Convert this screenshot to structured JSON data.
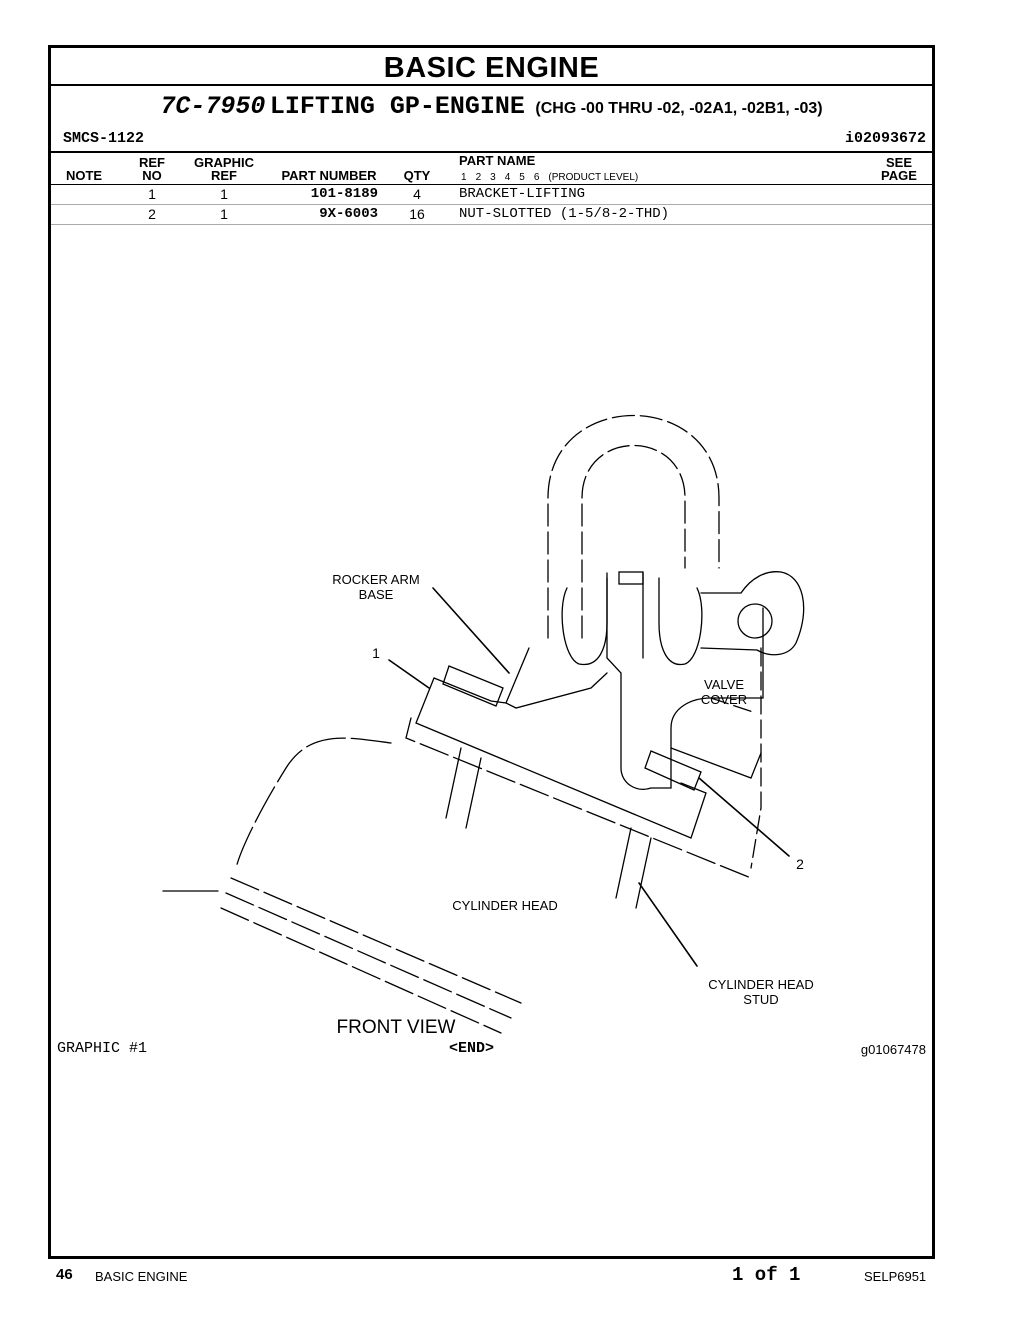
{
  "header": {
    "title": "BASIC ENGINE",
    "part_number": "7C-7950",
    "part_title": "LIFTING GP-ENGINE",
    "change_range": "(CHG -00 THRU -02, -02A1, -02B1, -03)",
    "smcs": "SMCS-1122",
    "info_id": "i02093672"
  },
  "columns": {
    "note": "NOTE",
    "ref_top": "REF",
    "ref_bottom": "NO",
    "graphic_top": "GRAPHIC",
    "graphic_bottom": "REF",
    "part_number": "PART NUMBER",
    "qty": "QTY",
    "part_name": "PART NAME",
    "product_levels": [
      "1",
      "2",
      "3",
      "4",
      "5",
      "6"
    ],
    "product_level_label": "(PRODUCT LEVEL)",
    "see_top": "SEE",
    "see_bottom": "PAGE"
  },
  "parts": [
    {
      "ref": "1",
      "graphic_ref": "1",
      "part_number": "101-8189",
      "qty": "4",
      "name": "BRACKET-LIFTING"
    },
    {
      "ref": "2",
      "graphic_ref": "1",
      "part_number": "9X-6003",
      "qty": "16",
      "name": "NUT-SLOTTED (1-5/8-2-THD)"
    }
  ],
  "illustration": {
    "labels": {
      "rocker_arm_base_1": "ROCKER ARM",
      "rocker_arm_base_2": "BASE",
      "callout_1": "1",
      "valve_cover_1": "VALVE",
      "valve_cover_2": "COVER",
      "callout_2": "2",
      "cylinder_head": "CYLINDER HEAD",
      "cylinder_head_stud_1": "CYLINDER HEAD",
      "cylinder_head_stud_2": "STUD",
      "view": "FRONT VIEW"
    },
    "graphic_label": "GRAPHIC #1",
    "end_label": "<END>",
    "graphic_id": "g01067478"
  },
  "footer": {
    "page_number": "46",
    "section": "BASIC ENGINE",
    "page_of": "1 of 1",
    "document": "SELP6951"
  }
}
